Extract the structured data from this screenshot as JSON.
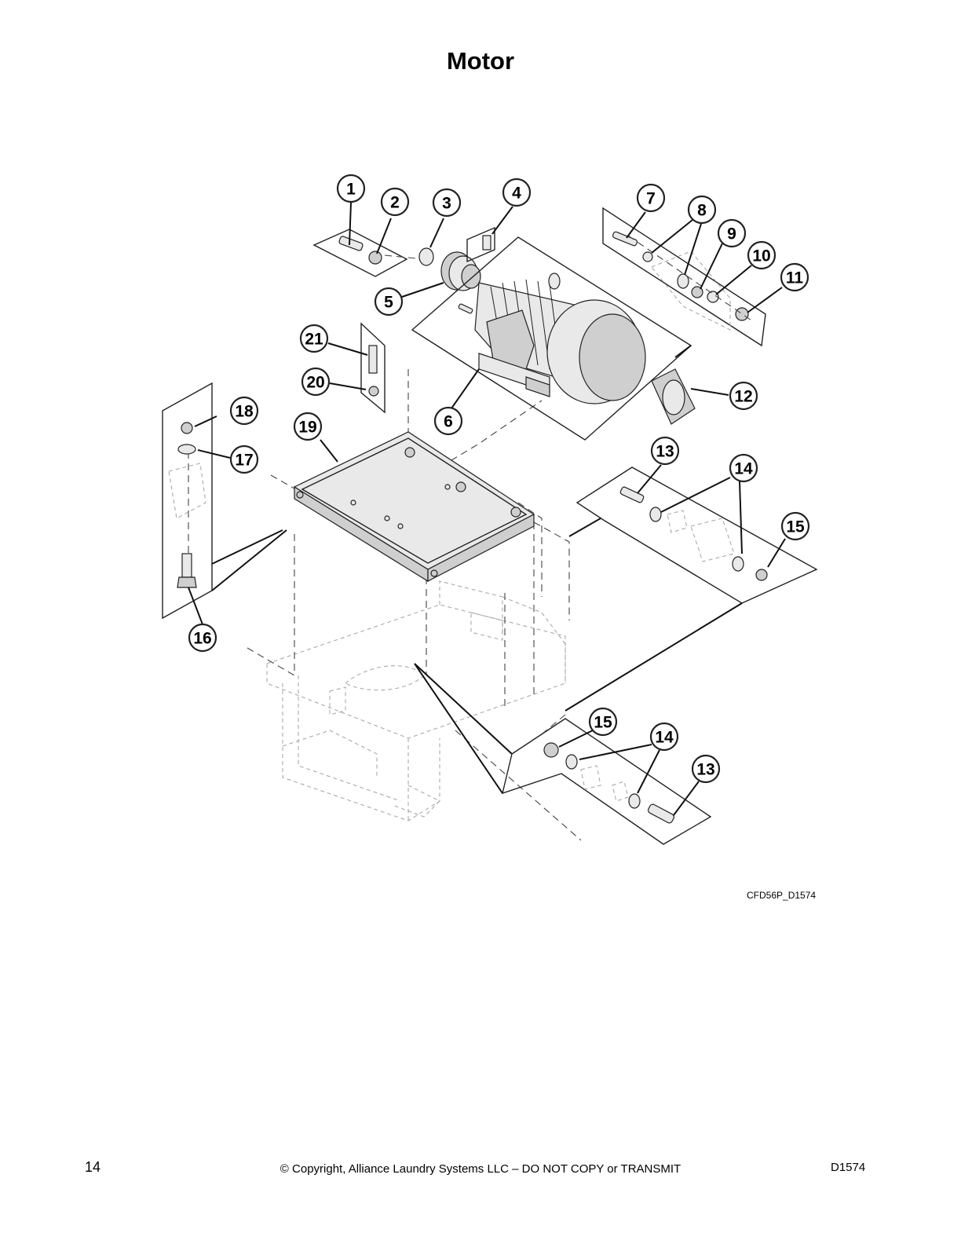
{
  "page_title": "Motor",
  "figure_id": "CFD56P_D1574",
  "footer": {
    "page_number": "14",
    "copyright": "© Copyright, Alliance Laundry Systems LLC – DO NOT COPY or TRANSMIT",
    "doc_code": "D1574"
  },
  "callouts": {
    "c1": "1",
    "c2": "2",
    "c3": "3",
    "c4": "4",
    "c5": "5",
    "c6": "6",
    "c7": "7",
    "c8": "8",
    "c9": "9",
    "c10": "10",
    "c11": "11",
    "c12": "12",
    "c13a": "13",
    "c14a": "14",
    "c15a": "15",
    "c16": "16",
    "c17": "17",
    "c18": "18",
    "c19": "19",
    "c20": "20",
    "c21": "21",
    "c15b": "15",
    "c14b": "14",
    "c13b": "13"
  }
}
